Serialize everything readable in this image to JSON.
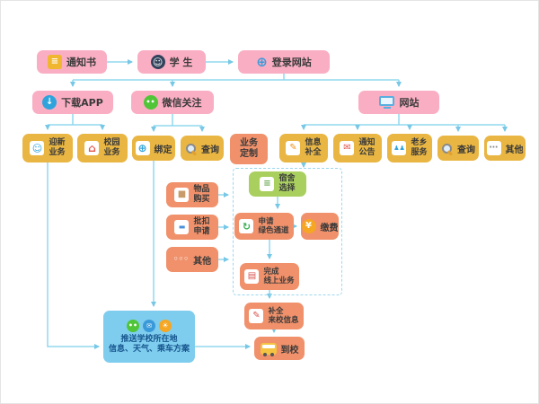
{
  "colors": {
    "pink": "#f9aec3",
    "gold": "#e9b643",
    "salmon": "#f0916b",
    "green": "#a9d05f",
    "blue": "#7fcdee",
    "connector": "#90d8ee"
  },
  "icons": {
    "notice": "≡",
    "student": "☺",
    "globe": "⊕",
    "download": "↓",
    "wechat": "••",
    "welcome": "☺",
    "campus": "⌂",
    "pencil": "✎",
    "mail": "✉",
    "people": "♟♟",
    "dots": "⋯",
    "dots_white": "◦◦◦",
    "bed": "≡",
    "box": "■",
    "card": "▬",
    "recycle": "↻",
    "yen": "¥",
    "cards": "▤",
    "sun": "☀"
  },
  "nodes": {
    "notice": {
      "label": "通知书"
    },
    "student": {
      "label": "学 生"
    },
    "login": {
      "label": "登录网站"
    },
    "download_app": {
      "label": "下载APP"
    },
    "wechat_follow": {
      "label": "微信关注"
    },
    "website": {
      "label": "网站"
    },
    "welcome_business": {
      "label": "迎新\n业务"
    },
    "campus_business": {
      "label": "校园\n业务"
    },
    "bind": {
      "label": "绑定"
    },
    "query_wechat": {
      "label": "查询"
    },
    "business_custom": {
      "label": "业务\n定制"
    },
    "info_complete": {
      "label": "信息\n补全"
    },
    "notice_announce": {
      "label": "通知\n公告"
    },
    "fellow_service": {
      "label": "老乡\n服务"
    },
    "query_web": {
      "label": "查询"
    },
    "other_web": {
      "label": "其他"
    },
    "dorm_select": {
      "label": "宿舍\n选择"
    },
    "item_purchase": {
      "label": "物品\n购买"
    },
    "batch_deduct": {
      "label": "批扣\n申请"
    },
    "other_service": {
      "label": "其他"
    },
    "green_channel": {
      "label": "申请\n绿色通道"
    },
    "pay": {
      "label": "缴费"
    },
    "complete_online": {
      "label": "完成\n线上业务"
    },
    "fill_info": {
      "label": "补全\n来校信息"
    },
    "arrive": {
      "label": "到校"
    },
    "push_info": {
      "label": "推送学校所在地\n信息、天气、乘车方案"
    }
  }
}
